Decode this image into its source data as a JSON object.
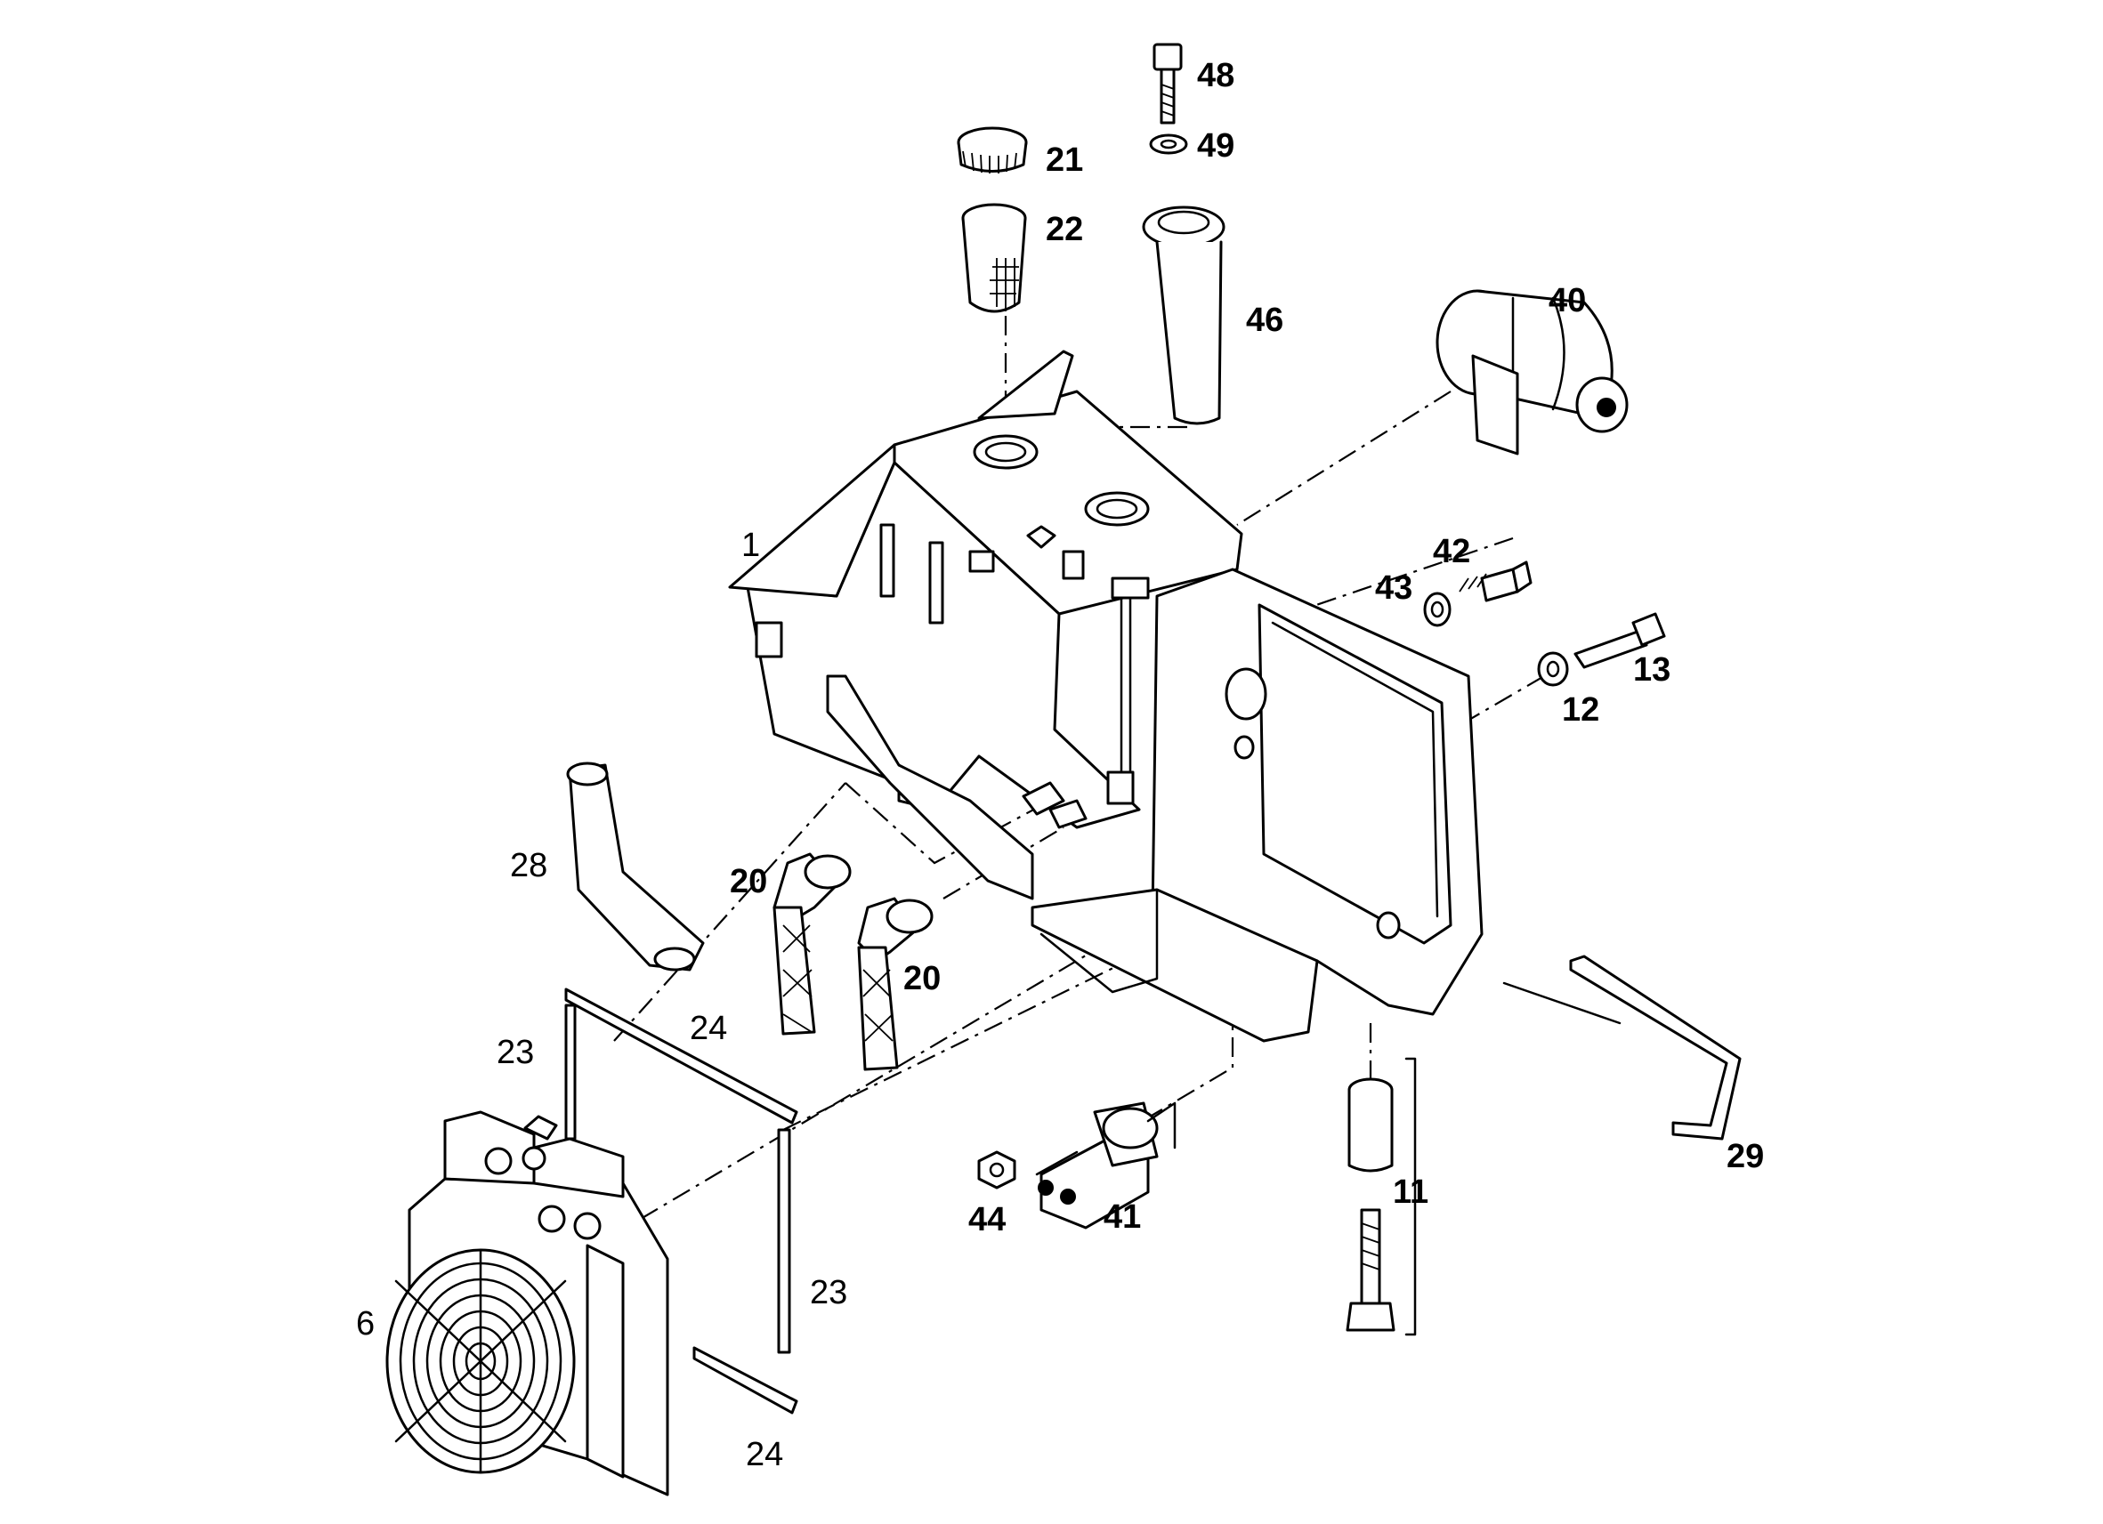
{
  "labels": {
    "p1": "1",
    "p6": "6",
    "p11": "11",
    "p12": "12",
    "p13": "13",
    "p20a": "20",
    "p20b": "20",
    "p21": "21",
    "p22": "22",
    "p23a": "23",
    "p23b": "23",
    "p24a": "24",
    "p24b": "24",
    "p28": "28",
    "p29": "29",
    "p40": "40",
    "p41": "41",
    "p42": "42",
    "p43": "43",
    "p44": "44",
    "p46": "46",
    "p48": "48",
    "p49": "49"
  }
}
